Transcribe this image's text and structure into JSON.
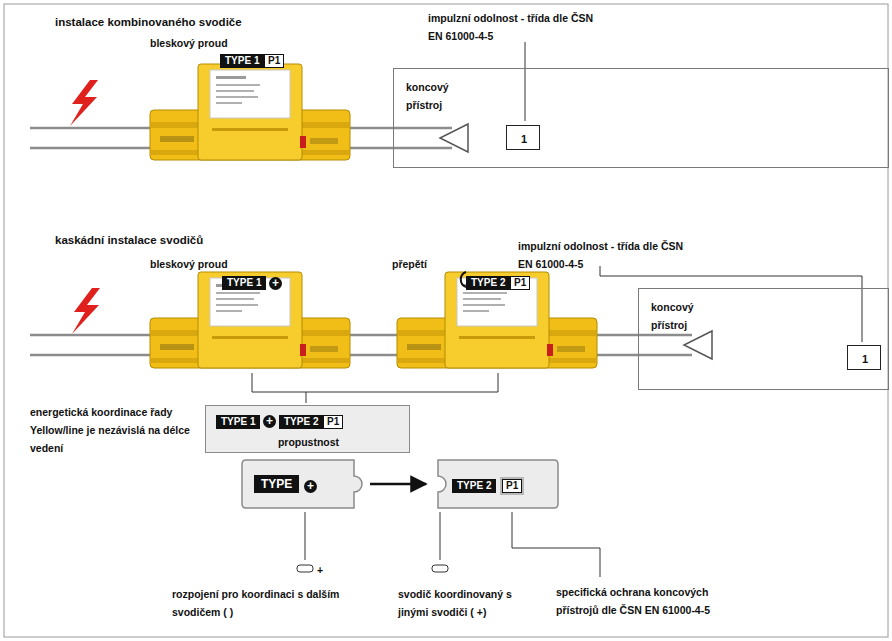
{
  "diagram": {
    "nodes": [
      {
        "text": [
          "koncový přístroj"
        ]
      },
      {
        "text": [
          "1"
        ],
        "in": 0
      },
      {
        "text": [
          "koncový přístroj"
        ]
      },
      {
        "text": [
          "1"
        ],
        "in": 2
      },
      {
        "text": [
          "TYPE 1",
          "+",
          "TYPE 2",
          "P1",
          "propustnost"
        ]
      },
      {
        "text": [
          "TYPE",
          "+"
        ]
      },
      {
        "text": [
          "TYPE 2",
          "P1"
        ]
      }
    ],
    "edges": [
      {
        "from": 5,
        "to": 6,
        "arrow": "to"
      }
    ],
    "labels": [
      "instalace kombinovaného svodiče",
      "bleskový proud",
      "impulzní odolnost - třída dle ČSN EN 61000-4-5",
      "TYPE 1",
      "P1",
      "kaskádní instalace svodičů",
      "bleskový proud",
      "přepětí",
      "impulzní odolnost - třída dle ČSN EN 61000-4-5",
      "TYPE 1",
      "+",
      "TYPE 2",
      "P1",
      "energetická koordinace řady Yellow/line je nezávislá na délce vedení",
      "rozpojení pro koordinaci s dalším svodičem ( )",
      "+",
      "svodič koordinovaný s jinými svodiči ( +)",
      "specifická ochrana koncových přístrojů dle ČSN EN 61000-4-5"
    ]
  }
}
